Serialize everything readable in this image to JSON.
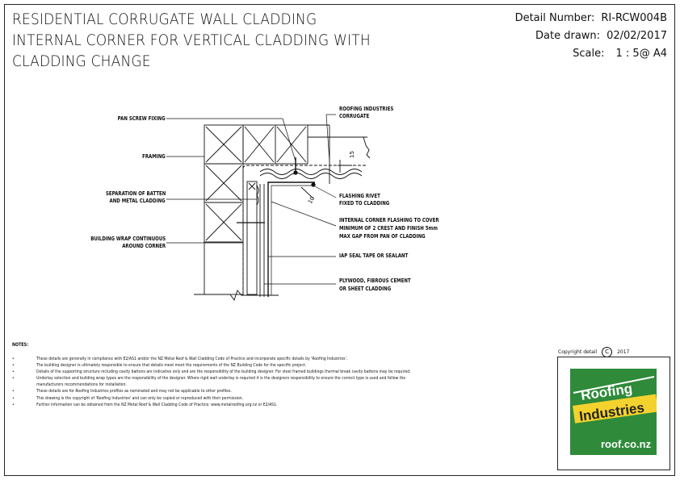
{
  "title": {
    "line1": "RESIDENTIAL CORRUGATE WALL CLADDING",
    "line2": "INTERNAL CORNER FOR VERTICAL CLADDING WITH",
    "line3": "CLADDING CHANGE"
  },
  "meta": {
    "detail_label": "Detail Number:",
    "detail_value": "RI-RCW004B",
    "date_label": "Date drawn:",
    "date_value": "02/02/2017",
    "scale_label": "Scale:",
    "scale_value": "1 : 5@ A4"
  },
  "labels": {
    "pan_screw": "PAN SCREW FIXING",
    "framing": "FRAMING",
    "separation_1": "SEPARATION OF BATTEN",
    "separation_2": "AND METAL CLADDING",
    "wrap_1": "BUILDING WRAP CONTINUOUS",
    "wrap_2": "AROUND CORNER",
    "ri_1": "ROOFING INDUSTRIES",
    "ri_2": "CORRUGATE",
    "rivet_1": "FLASHING RIVET",
    "rivet_2": "FIXED TO CLADDING",
    "flash_1": "INTERNAL CORNER FLASHING TO COVER",
    "flash_2": "MINIMUM OF 2 CREST AND FINISH 5mm",
    "flash_3": "MAX GAP FROM PAN OF CLADDING",
    "tape": "IAP SEAL TAPE OR SEALANT",
    "ply_1": "PLYWOOD, FIBROUS CEMENT",
    "ply_2": "OR SHEET CLADDING",
    "dim_10": "10",
    "dim_15": "15"
  },
  "notes": {
    "title": "NOTES:",
    "bullet": "•",
    "items": [
      "These details are generally in compliance with E2/AS1 and/or the NZ Metal Roof & Wall Cladding Code of Practice and incorporate specific details by 'Roofing Industries'.",
      "The building designer is ultimately responsible to ensure that details meet meet the requirements of the NZ Building Code for the specific project.",
      "Details of the supporting structure including cavity battens are indicative only and are the responsibility of the building designer. For steel framed buildings thermal break cavity battens may be required.",
      "Underlay selection and building wrap types are the responsibility of the designer. Where rigid wall underlay is required it is the designers responsibility to ensure the correct type is used and follow the manufacturers recommendations for installation.",
      "These details are for Roofing Industries profiles as nominated and may not be applicable to other profiles.",
      "This drawing is the copyright of 'Roofing Industries' and can only be copied or reproduced with their permission.",
      "Further information can be obtained from the NZ Metal Roof & Wall Cladding Code of Practice: www.metalroofing.org.nz or E2/AS1."
    ]
  },
  "copyright": {
    "text": "Copyright detail",
    "symbol": "C",
    "year": "2017"
  },
  "logo": {
    "word1": "Roofing",
    "word2": "Industries",
    "url": "roof.co.nz"
  },
  "colors": {
    "logo_green": "#2f8a3a",
    "logo_yellow": "#f4d22d",
    "line": "#111111"
  }
}
